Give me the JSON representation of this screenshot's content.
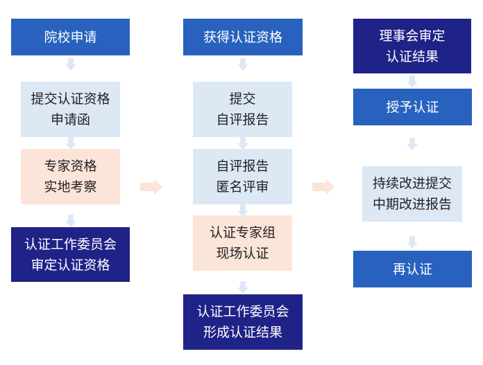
{
  "colors": {
    "primary_blue": "#2862BE",
    "navy": "#1F2387",
    "light_blue": "#DDE8F5",
    "peach": "#FBE4D8",
    "arrow_down": "#DDE8F5",
    "arrow_right": "#FBE4D8"
  },
  "columns": [
    {
      "steps": [
        {
          "lines": [
            "院校申请"
          ],
          "style": "blue"
        },
        {
          "lines": [
            "提交认证资格",
            "申请函"
          ],
          "style": "light"
        },
        {
          "lines": [
            "专家资格",
            "实地考察"
          ],
          "style": "peach"
        },
        {
          "lines": [
            "认证工作委员会",
            "审定认证资格"
          ],
          "style": "navy"
        }
      ]
    },
    {
      "steps": [
        {
          "lines": [
            "获得认证资格"
          ],
          "style": "blue"
        },
        {
          "lines": [
            "提交",
            "自评报告"
          ],
          "style": "light"
        },
        {
          "lines": [
            "自评报告",
            "匿名评审"
          ],
          "style": "light"
        },
        {
          "lines": [
            "认证专家组",
            "现场认证"
          ],
          "style": "peach"
        },
        {
          "lines": [
            "认证工作委员会",
            "形成认证结果"
          ],
          "style": "navy"
        }
      ]
    },
    {
      "steps": [
        {
          "lines": [
            "理事会审定",
            "认证结果"
          ],
          "style": "navy"
        },
        {
          "lines": [
            "授予认证"
          ],
          "style": "blue"
        },
        {
          "lines": [
            "持续改进提交",
            "中期改进报告"
          ],
          "style": "light"
        },
        {
          "lines": [
            "再认证"
          ],
          "style": "blue"
        }
      ]
    }
  ],
  "connectors": {
    "down_arrow": "arrow-down-icon",
    "right_arrow": "arrow-right-icon"
  }
}
